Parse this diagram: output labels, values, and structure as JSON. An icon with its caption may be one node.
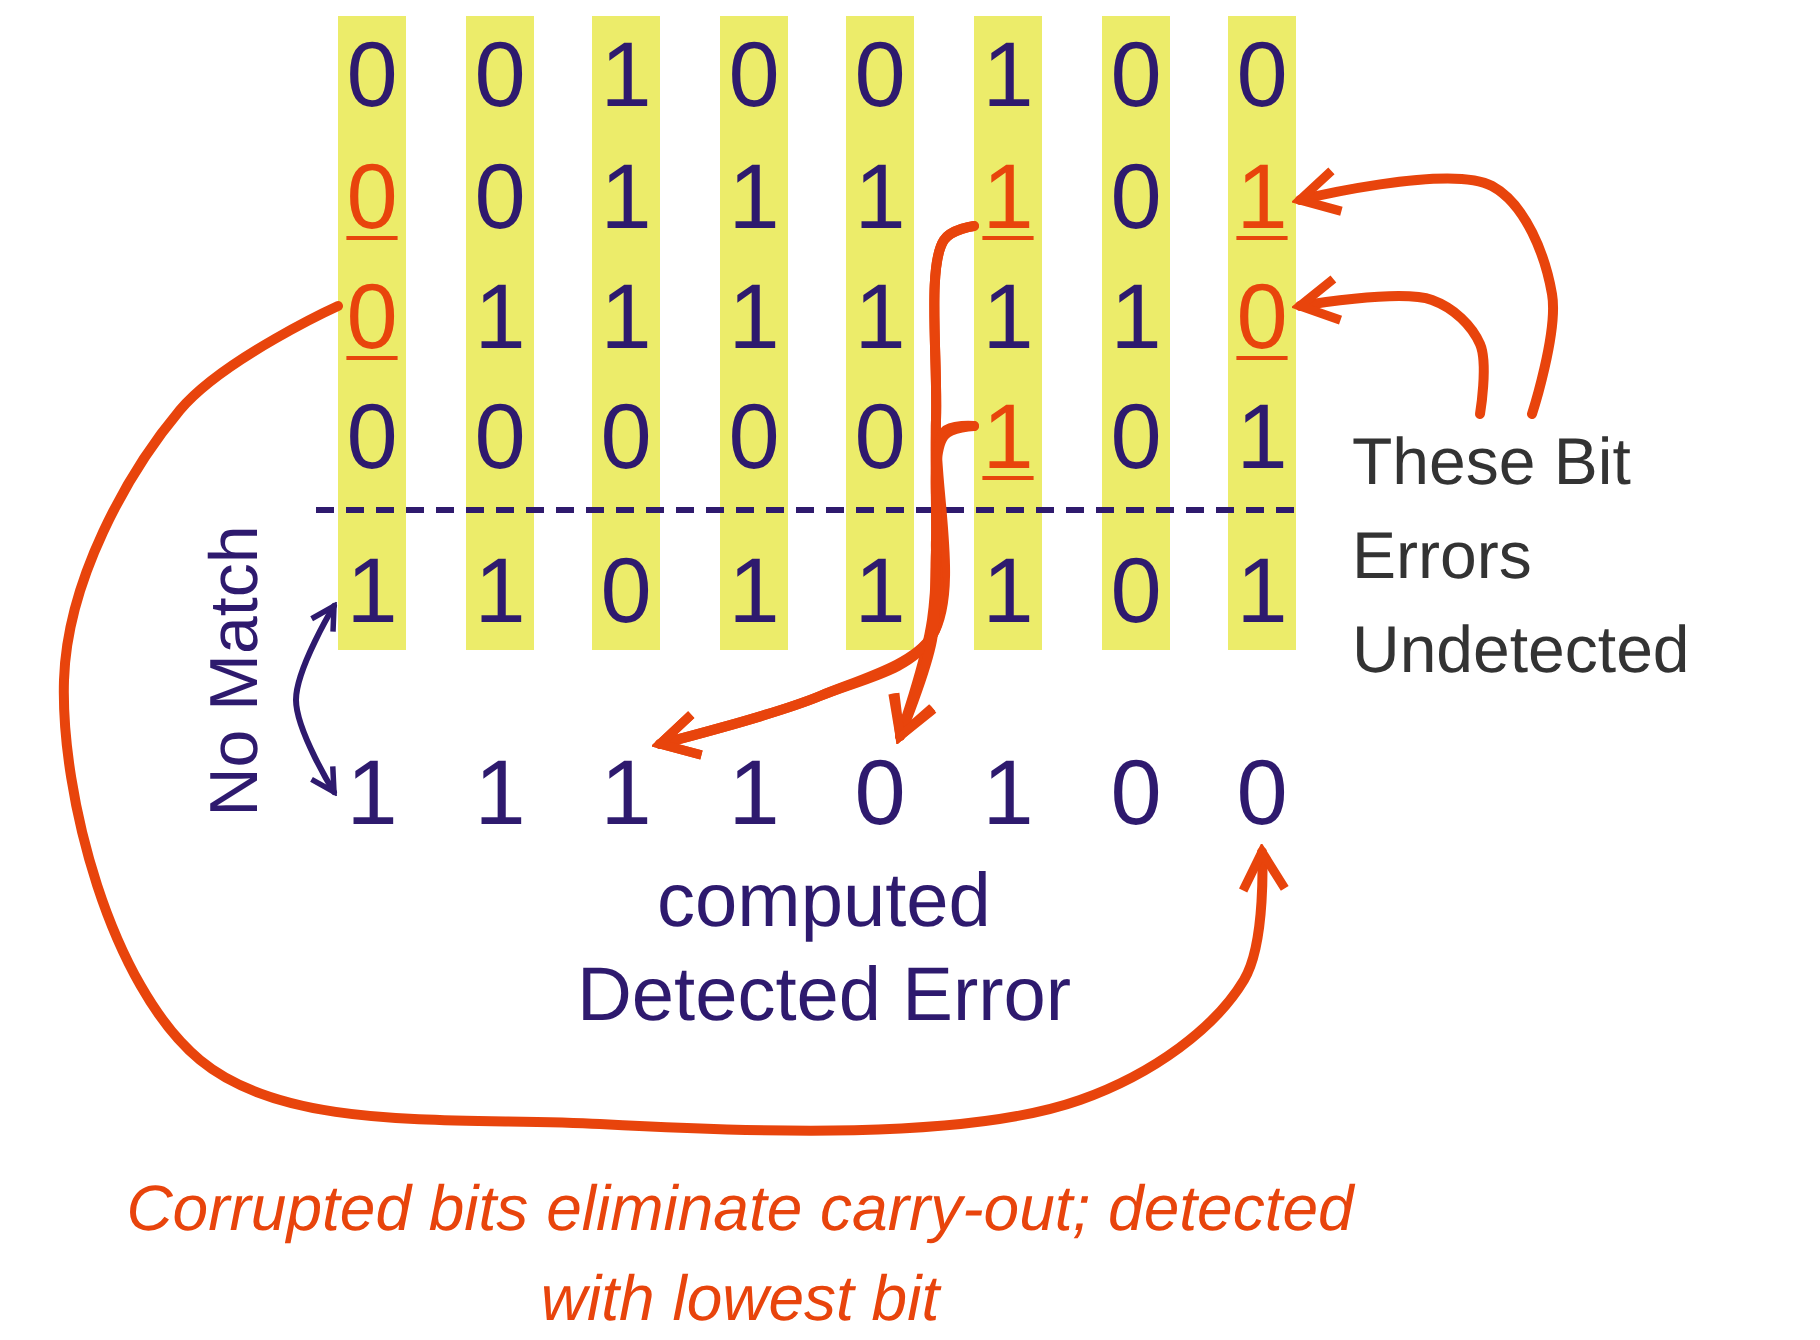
{
  "diagram": {
    "caption": "Corrupted bits eliminate carry-out; detected with lowest bit",
    "nodes": [
      {
        "text": [],
        "shape": "bar"
      },
      {
        "text": [
          "0"
        ],
        "in": 0
      },
      {
        "text": [
          "0"
        ],
        "in": 0
      },
      {
        "text": [
          "0"
        ],
        "in": 0
      },
      {
        "text": [
          "0"
        ],
        "in": 0
      },
      {
        "text": [
          "1"
        ],
        "in": 0
      },
      {
        "text": [],
        "shape": "bar"
      },
      {
        "text": [
          "0"
        ],
        "in": 6
      },
      {
        "text": [
          "0"
        ],
        "in": 6
      },
      {
        "text": [
          "1"
        ],
        "in": 6
      },
      {
        "text": [
          "0"
        ],
        "in": 6
      },
      {
        "text": [
          "1"
        ],
        "in": 6
      },
      {
        "text": [],
        "shape": "bar"
      },
      {
        "text": [
          "1"
        ],
        "in": 12
      },
      {
        "text": [
          "1"
        ],
        "in": 12
      },
      {
        "text": [
          "1"
        ],
        "in": 12
      },
      {
        "text": [
          "0"
        ],
        "in": 12
      },
      {
        "text": [
          "0"
        ],
        "in": 12
      },
      {
        "text": [],
        "shape": "bar"
      },
      {
        "text": [
          "0"
        ],
        "in": 18
      },
      {
        "text": [
          "1"
        ],
        "in": 18
      },
      {
        "text": [
          "1"
        ],
        "in": 18
      },
      {
        "text": [
          "0"
        ],
        "in": 18
      },
      {
        "text": [
          "1"
        ],
        "in": 18
      },
      {
        "text": [],
        "shape": "bar"
      },
      {
        "text": [
          "0"
        ],
        "in": 24
      },
      {
        "text": [
          "1"
        ],
        "in": 24
      },
      {
        "text": [
          "1"
        ],
        "in": 24
      },
      {
        "text": [
          "0"
        ],
        "in": 24
      },
      {
        "text": [
          "1"
        ],
        "in": 24
      },
      {
        "text": [],
        "shape": "bar"
      },
      {
        "text": [
          "1"
        ],
        "in": 30
      },
      {
        "text": [
          "1"
        ],
        "in": 30
      },
      {
        "text": [
          "1"
        ],
        "in": 30
      },
      {
        "text": [
          "1"
        ],
        "in": 30
      },
      {
        "text": [
          "1"
        ],
        "in": 30
      },
      {
        "text": [],
        "shape": "bar"
      },
      {
        "text": [
          "0"
        ],
        "in": 36
      },
      {
        "text": [
          "0"
        ],
        "in": 36
      },
      {
        "text": [
          "1"
        ],
        "in": 36
      },
      {
        "text": [
          "0"
        ],
        "in": 36
      },
      {
        "text": [
          "0"
        ],
        "in": 36
      },
      {
        "text": [],
        "shape": "bar"
      },
      {
        "text": [
          "0"
        ],
        "in": 42
      },
      {
        "text": [
          "1"
        ],
        "in": 42
      },
      {
        "text": [
          "0"
        ],
        "in": 42
      },
      {
        "text": [
          "1"
        ],
        "in": 42
      },
      {
        "text": [
          "1"
        ],
        "in": 42
      },
      {
        "text": [
          "1"
        ]
      },
      {
        "text": [
          "1"
        ]
      },
      {
        "text": [
          "1"
        ]
      },
      {
        "text": [
          "1"
        ]
      },
      {
        "text": [
          "0"
        ]
      },
      {
        "text": [
          "1"
        ]
      },
      {
        "text": [
          "0"
        ]
      },
      {
        "text": [
          "0"
        ]
      },
      {
        "text": [
          "These Bit Errors Undetected"
        ]
      }
    ],
    "edges": [
      {
        "from": 56,
        "to": 44,
        "arrow": "to"
      },
      {
        "from": 56,
        "to": 45,
        "arrow": "to"
      },
      {
        "from": 32,
        "to": 50,
        "arrow": "to"
      },
      {
        "from": 32,
        "to": 52,
        "arrow": "to"
      },
      {
        "from": 34,
        "to": 50,
        "arrow": "to"
      },
      {
        "from": 34,
        "to": 52,
        "arrow": "to"
      },
      {
        "from": 3,
        "to": 55,
        "arrow": "to"
      },
      {
        "from": 5,
        "to": 48,
        "arrow": "both",
        "label": "No Match",
        "color": "#2e1a6e"
      }
    ],
    "labels": [
      "computed Detected Error"
    ]
  }
}
